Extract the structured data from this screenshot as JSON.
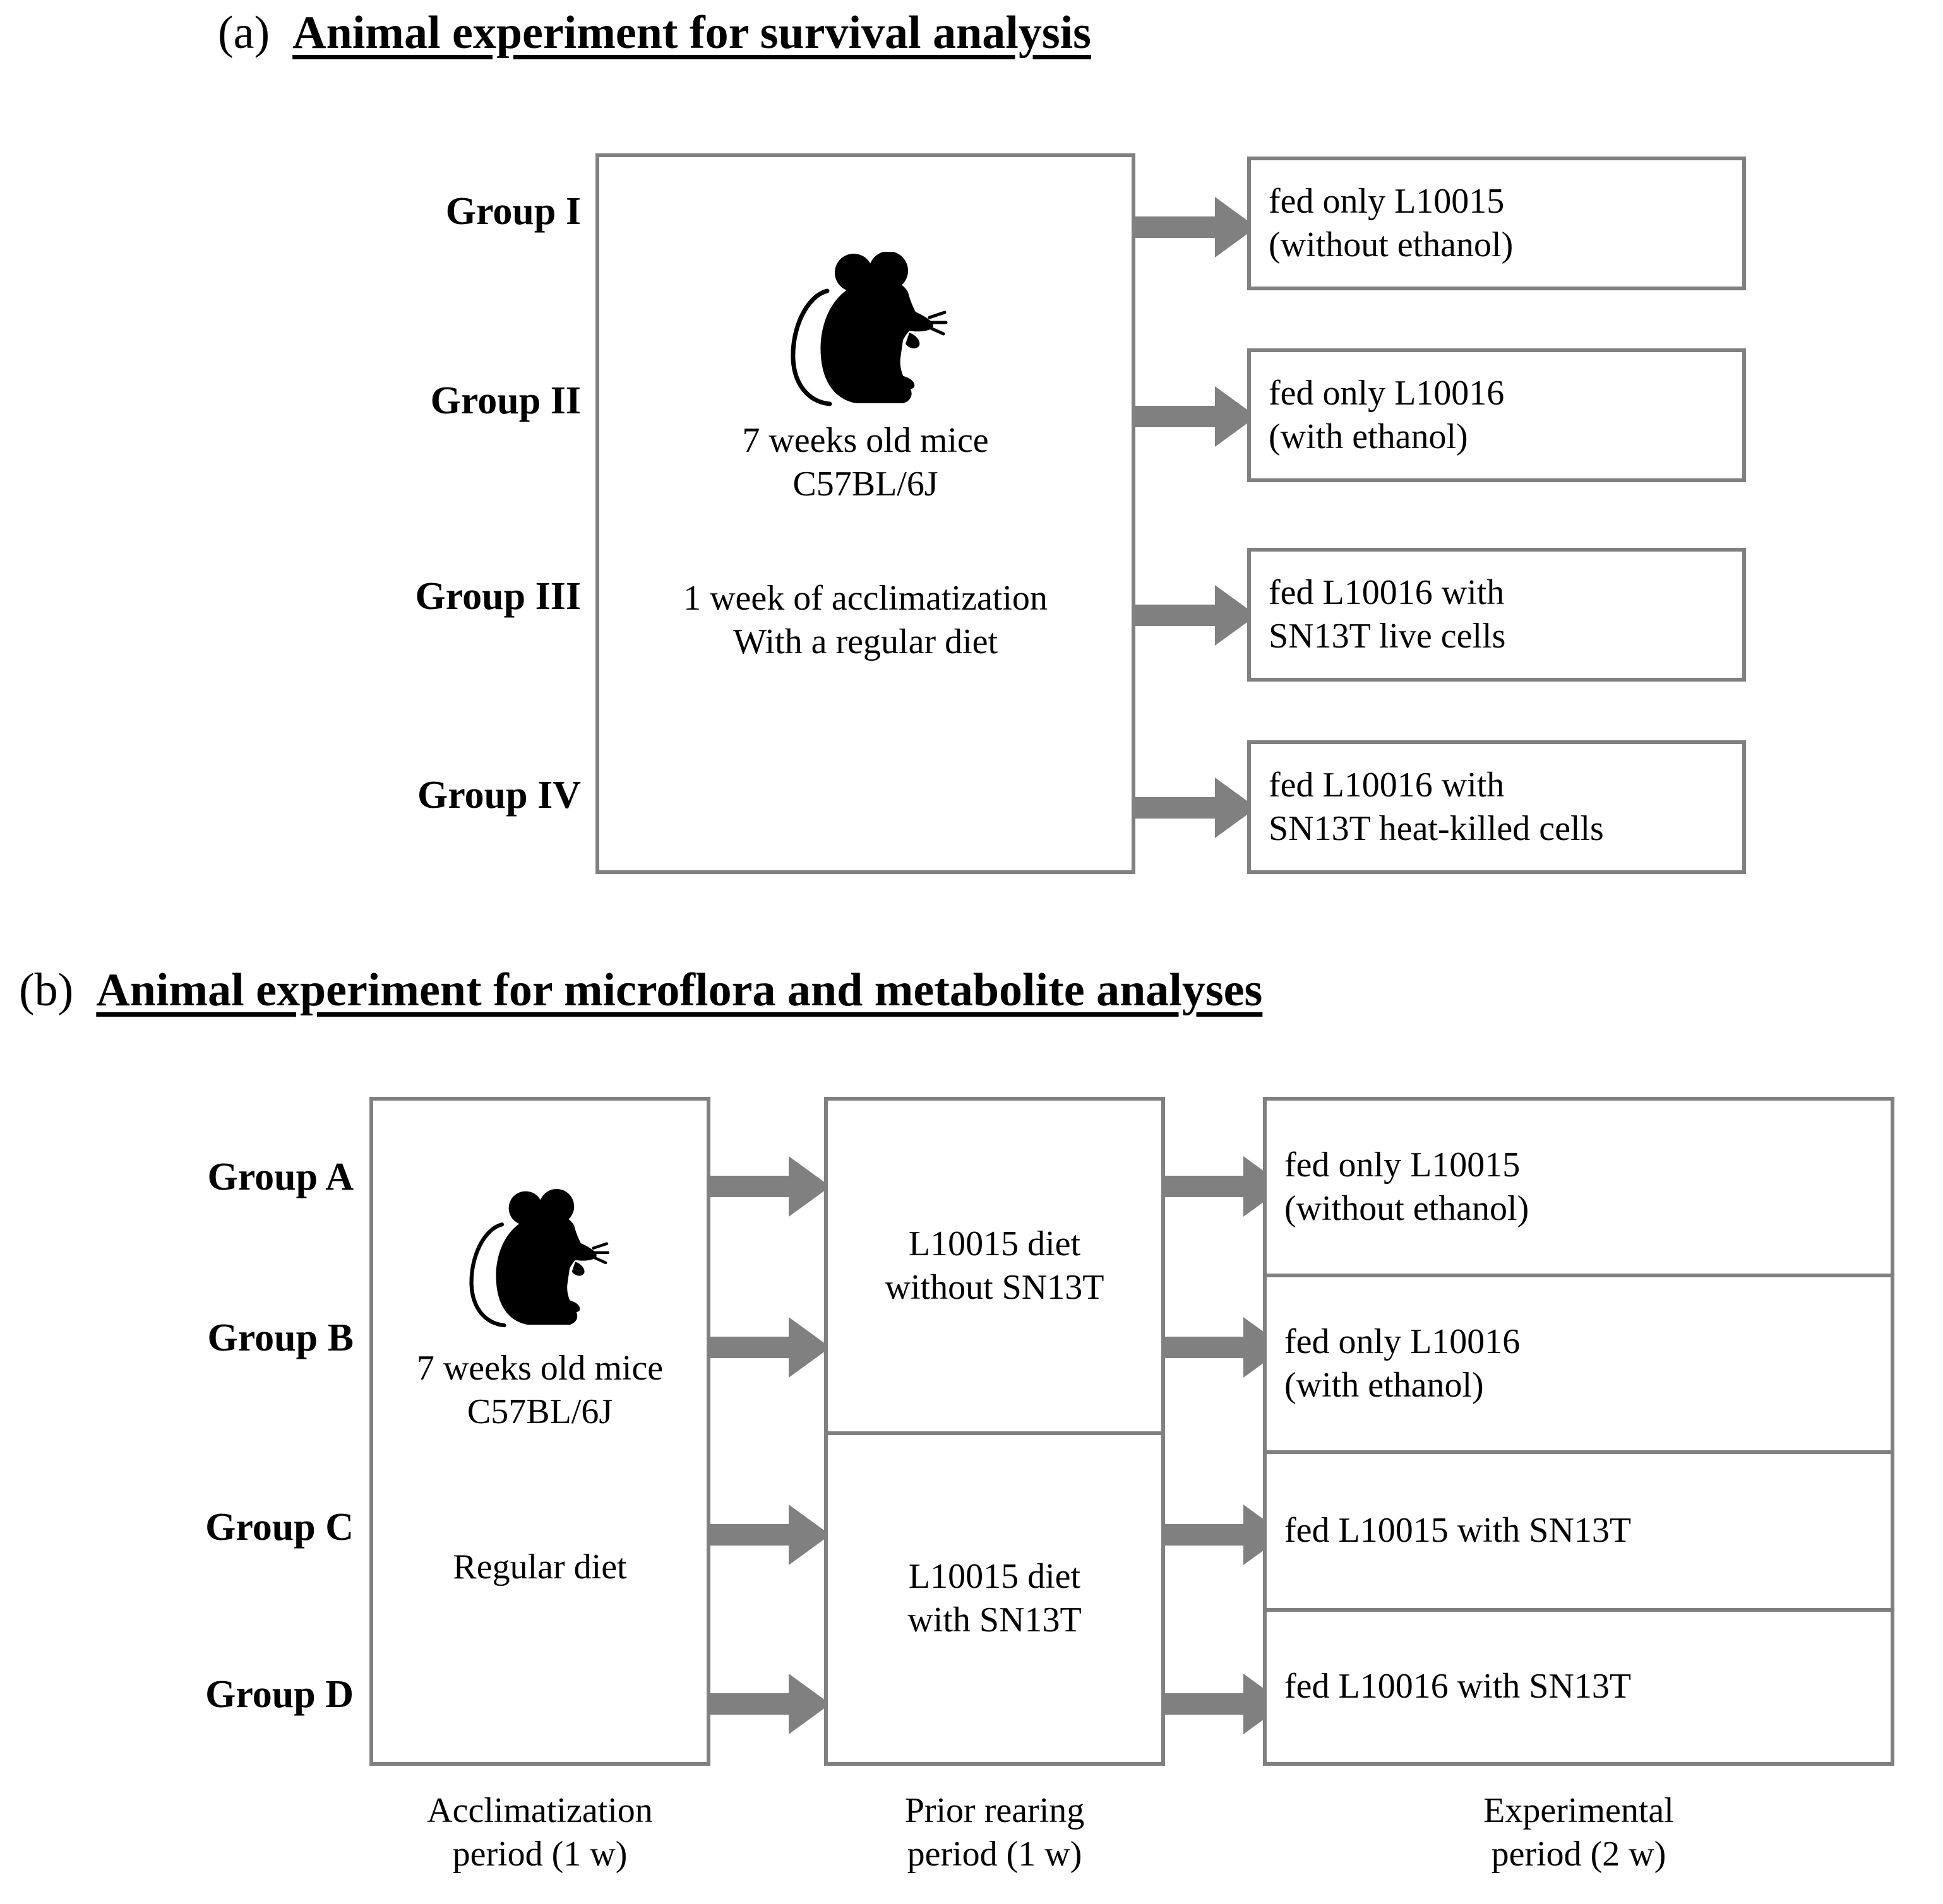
{
  "figure": {
    "background": "#ffffff",
    "box_border_color": "#808080",
    "arrow_color": "#808080",
    "text_color": "#000000"
  },
  "panel_a": {
    "letter": "(a)",
    "title": "Animal experiment for survival analysis",
    "group_labels": [
      "Group I",
      "Group II",
      "Group III",
      "Group IV"
    ],
    "center_box": {
      "animal_icon": "mouse-silhouette-icon",
      "line1": "7 weeks old mice\nC57BL/6J",
      "line2": "1 week of acclimatization\nWith a regular diet"
    },
    "outcome_boxes": [
      "fed only L10015\n(without ethanol)",
      "fed only L10016\n(with ethanol)",
      "fed L10016 with\nSN13T live cells",
      "fed L10016 with\nSN13T heat-killed cells"
    ],
    "arrow_icon": "right-arrow-icon"
  },
  "panel_b": {
    "letter": "(b)",
    "title": "Animal experiment for microflora and metabolite analyses",
    "group_labels": [
      "Group A",
      "Group B",
      "Group C",
      "Group D"
    ],
    "acclimatization_box": {
      "animal_icon": "mouse-silhouette-icon",
      "line1": "7 weeks old mice\nC57BL/6J",
      "line2": "Regular diet"
    },
    "rearing_boxes": [
      "L10015 diet\nwithout SN13T",
      "L10015 diet\nwith SN13T"
    ],
    "experimental_boxes": [
      "fed only L10015\n(without ethanol)",
      "fed only L10016\n(with ethanol)",
      "fed L10015 with SN13T",
      "fed L10016 with SN13T"
    ],
    "period_captions": [
      "Acclimatization\nperiod (1 w)",
      "Prior rearing\nperiod (1 w)",
      "Experimental\nperiod (2 w)"
    ],
    "arrow_icon": "right-arrow-icon"
  }
}
